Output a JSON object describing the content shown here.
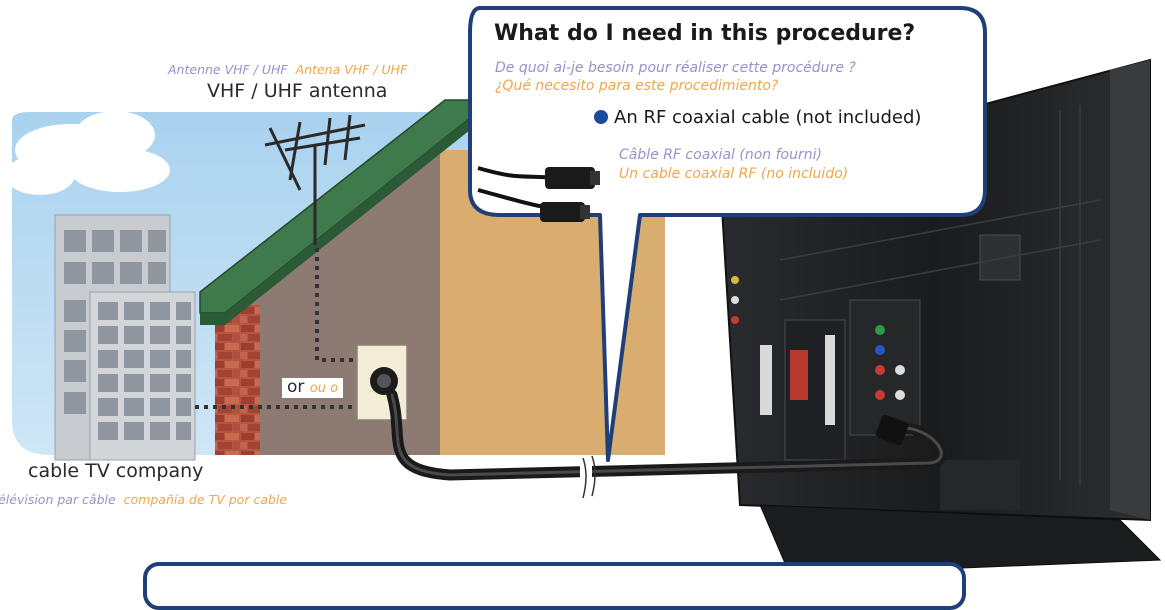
{
  "antenna_labels": {
    "fr": "Antenne VHF / UHF",
    "es": "Antena VHF / UHF",
    "en": "VHF / UHF antenna"
  },
  "callout": {
    "title": "What do I need in this procedure?",
    "subtitle_fr": "De quoi ai-je besoin pour réaliser cette procédure ?",
    "subtitle_es": "¿Qué necesito para este procedimiento?",
    "item_en": "An RF coaxial cable (not included)",
    "item_fr": "Câble RF coaxial (non fourni)",
    "item_es": "Un cable coaxial RF (no incluido)",
    "bullet_color": "#1d4b9a",
    "border_color": "#1f3f78"
  },
  "or_label": {
    "en": "or",
    "alt": "ou o"
  },
  "cable_company": {
    "en": "cable TV company",
    "fr": "Télévision par câble",
    "es": "compañía de TV por cable"
  },
  "colors": {
    "sky": "#bcdcf2",
    "roof": "#3f7a4c",
    "wall_left": "#8d7a73",
    "wall_right": "#d9ad70",
    "brick": "#a8493a",
    "accent_blue": "#1f3f78"
  }
}
